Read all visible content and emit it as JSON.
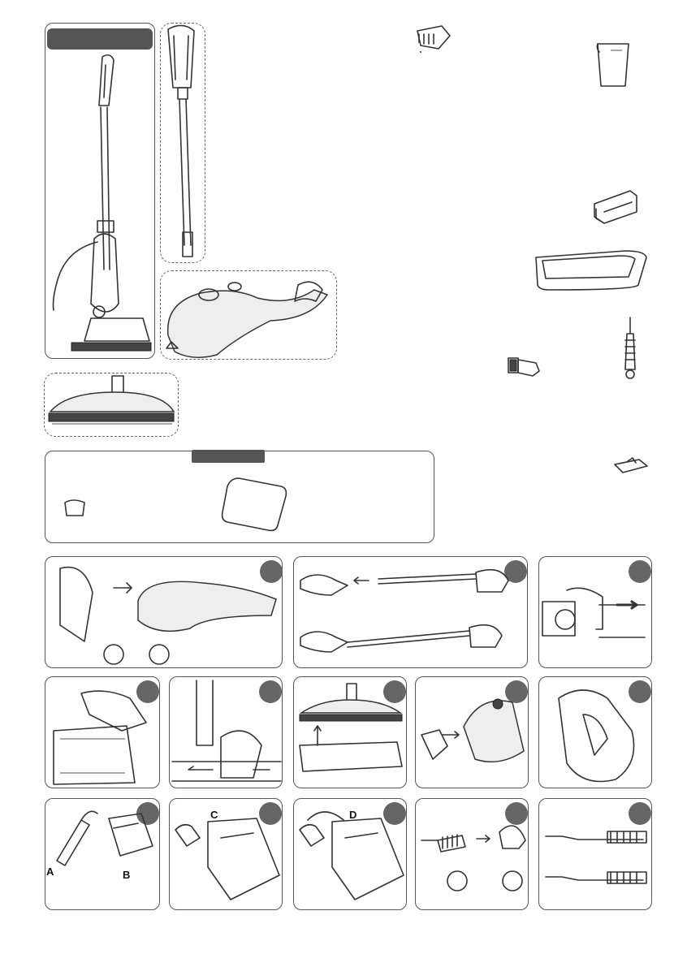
{
  "step_labels": {
    "a": "A",
    "b": "B",
    "c": "C",
    "d": "D"
  },
  "colors": {
    "header_bar": "#555555",
    "step_badge": "#666666",
    "outline": "#333333"
  },
  "icons": [
    "steam-mop-icon",
    "handle-icon",
    "hand-unit-icon",
    "floor-head-icon",
    "triangle-brush-icon",
    "measuring-cup-icon",
    "cloth-holder-icon",
    "carpet-glider-icon",
    "round-brush-icon",
    "jet-nozzle-icon",
    "scraper-icon",
    "cloth-pad-icon"
  ]
}
